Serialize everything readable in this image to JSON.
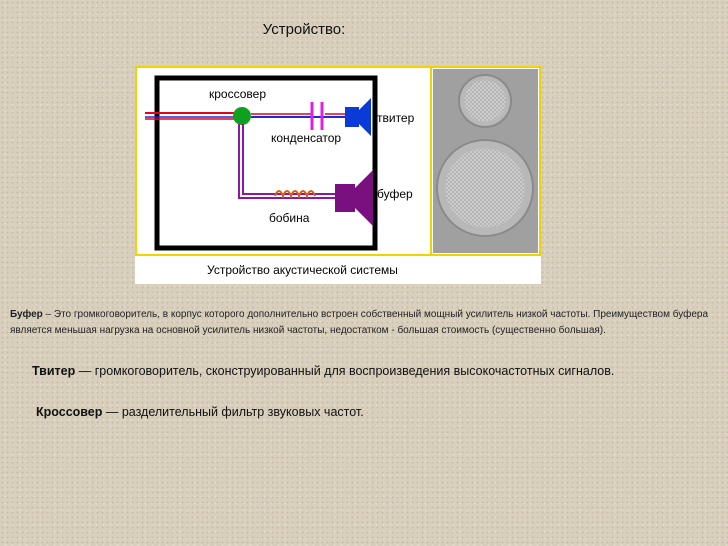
{
  "title": "Устройство:",
  "diagram": {
    "labels": {
      "crossover": "кроссовер",
      "tweeter": "твитер",
      "capacitor": "конденсатор",
      "buffer": "буфер",
      "coil": "бобина"
    },
    "caption": "Устройство акустической системы",
    "colors": {
      "frame_yellow": "#f2d200",
      "wire_red": "#e8001c",
      "wire_blue": "#1b2bd6",
      "wire_purple": "#8a18a0",
      "capacitor": "#e020e0",
      "coil": "#d86010",
      "node": "#10a020",
      "tweeter": "#0a3ad8",
      "woofer": "#7a1080",
      "speaker_panel": "#a0a0a0"
    }
  },
  "paragraph": {
    "term": "Буфер",
    "text": " – Это громкоговоритель, в корпус которого дополнительно встроен собственный мощный усилитель низкой частоты. Преимуществом буфера является меньшая нагрузка на основной усилитель низкой частоты, недостатком - большая стоимость (существенно большая)."
  },
  "definitions": [
    {
      "term": "Твитер",
      "text": " — громкоговоритель, сконструированный для воспроизведения высокочастотных сигналов."
    },
    {
      "term": "Кроссовер",
      "text": " — разделительный фильтр звуковых частот."
    }
  ]
}
